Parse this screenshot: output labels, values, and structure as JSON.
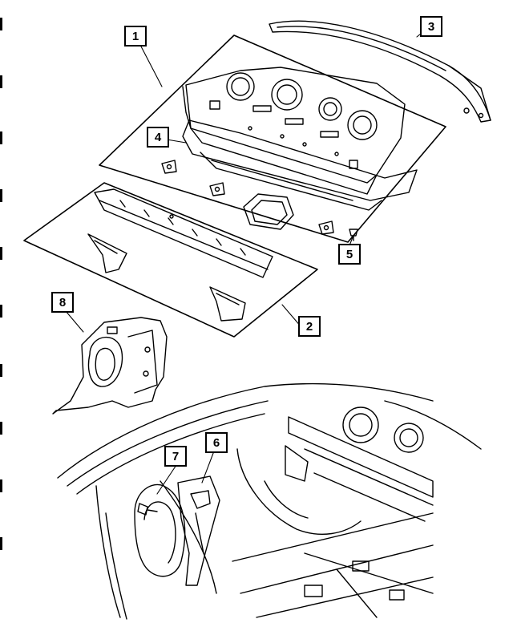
{
  "diagram": {
    "line_color": "#000000",
    "background": "#ffffff",
    "callouts": [
      {
        "id": "callout-1",
        "label": "1"
      },
      {
        "id": "callout-2",
        "label": "2"
      },
      {
        "id": "callout-3",
        "label": "3"
      },
      {
        "id": "callout-4",
        "label": "4"
      },
      {
        "id": "callout-5",
        "label": "5"
      },
      {
        "id": "callout-6",
        "label": "6"
      },
      {
        "id": "callout-7",
        "label": "7"
      },
      {
        "id": "callout-8",
        "label": "8"
      }
    ]
  }
}
